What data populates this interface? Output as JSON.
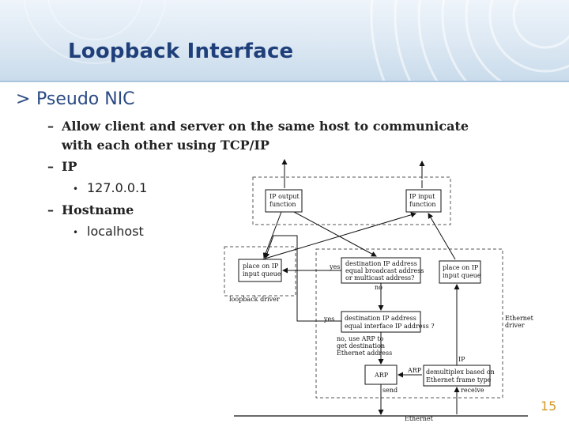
{
  "slide": {
    "title": "Loopback Interface",
    "level1": {
      "marker": ">",
      "text": "Pseudo NIC"
    },
    "item1": {
      "marker": "–",
      "line1": "Allow client and server on the same host to communicate",
      "line2": "with each other using TCP/IP"
    },
    "item2": {
      "marker": "–",
      "text": "IP"
    },
    "item2_sub": {
      "marker": "•",
      "text": "127.0.0.1"
    },
    "item3": {
      "marker": "–",
      "text": "Hostname"
    },
    "item3_sub": {
      "marker": "•",
      "text": "localhost"
    },
    "page_number": "15"
  },
  "diagram": {
    "ip_output": [
      "IP output",
      "function"
    ],
    "ip_input": [
      "IP input",
      "function"
    ],
    "loop_queue": [
      "place on IP",
      "input queue"
    ],
    "loopback_driver": "loopback driver",
    "eth_queue": [
      "place on IP",
      "input queue"
    ],
    "ethernet_driver": [
      "Ethernet",
      "driver"
    ],
    "broadcast_check": [
      "destination IP address",
      "equal broadcast address",
      "or multicast address?"
    ],
    "iface_check": [
      "destination IP address",
      "equal interface IP address ?"
    ],
    "arp_note": [
      "no, use ARP to",
      "get destination",
      "Ethernet address"
    ],
    "arp": "ARP",
    "demux": [
      "demultiplex based on",
      "Ethernet frame type"
    ],
    "yes1": "yes",
    "no1": "no",
    "yes2": "yes",
    "label_ip": "IP",
    "label_arp": "ARP",
    "send": "send",
    "receive": "receive",
    "ethernet": "Ethernet"
  }
}
